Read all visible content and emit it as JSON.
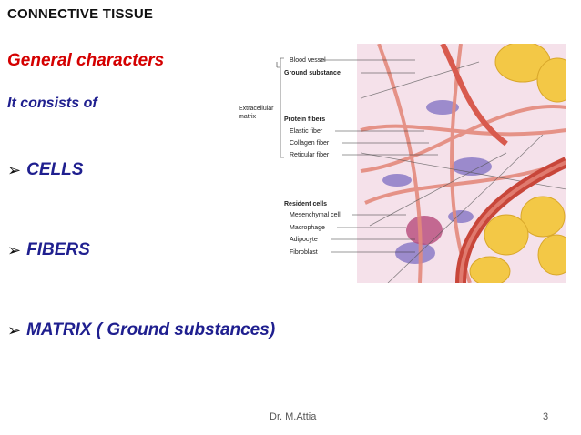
{
  "slide": {
    "title": "CONNECTIVE  TISSUE",
    "subtitle": "General characters",
    "intro": "It consists of",
    "bullets": [
      {
        "label": "CELLS"
      },
      {
        "label": "FIBERS"
      },
      {
        "label": "MATRIX ( Ground substances)"
      }
    ],
    "footer": {
      "author": "Dr. M.Attia",
      "page": "3"
    }
  },
  "figure": {
    "side_label_line1": "Extracellular",
    "side_label_line2": "matrix",
    "labels": {
      "blood_vessel": "Blood vessel",
      "ground_substance": "Ground substance",
      "protein_fibers": "Protein fibers",
      "elastic_fiber": "Elastic fiber",
      "collagen_fiber": "Collagen fiber",
      "reticular_fiber": "Reticular fiber",
      "resident_cells": "Resident cells",
      "mesenchymal_cell": "Mesenchymal cell",
      "macrophage": "Macrophage",
      "adipocyte": "Adipocyte",
      "fibroblast": "Fibroblast"
    },
    "colors": {
      "collagen": "#e07a6e",
      "blood_vessel": "#c8463a",
      "adipocyte": "#f2c94c",
      "cells": "#7b6fb8",
      "background": "#f3dde6"
    }
  }
}
